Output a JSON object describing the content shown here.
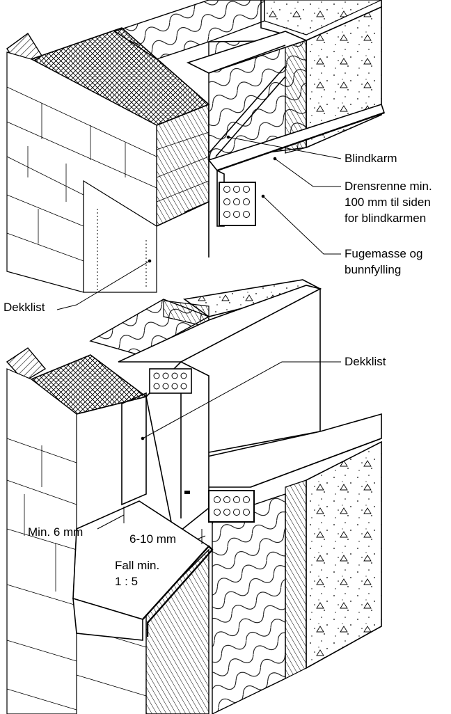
{
  "labels": {
    "blindkarm": "Blindkarm",
    "drensrenne": [
      "Drensrenne min.",
      "100 mm til siden",
      "for blindkarmen"
    ],
    "fugemasse": [
      "Fugemasse og",
      "bunnfylling"
    ],
    "dekklist_upper": "Dekklist",
    "dekklist_lower": "Dekklist",
    "min6": "Min. 6 mm",
    "gap610": "6-10 mm",
    "fall": [
      "Fall min.",
      "1 : 5"
    ]
  }
}
